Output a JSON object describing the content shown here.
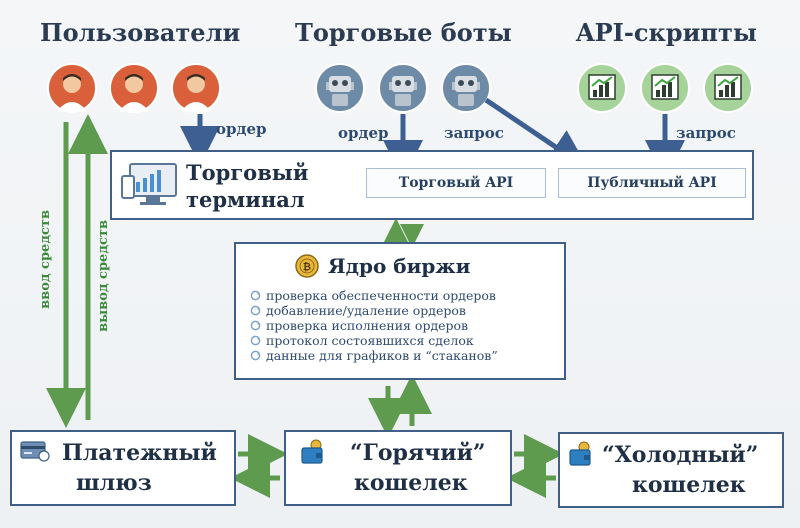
{
  "groups": {
    "users": "Пользователи",
    "bots": "Торговые боты",
    "scripts": "API-скрипты"
  },
  "labels": {
    "users_order": "ордер",
    "bots_order": "ордер",
    "bots_request": "запрос",
    "scripts_request": "запрос",
    "deposit": "ввод средств",
    "withdraw": "вывод средств"
  },
  "terminal": {
    "line1": "Торговый",
    "line2": "терминал",
    "trading_api": "Торговый API",
    "public_api": "Публичный API"
  },
  "core": {
    "title": "Ядро биржи",
    "items": [
      "проверка обеспеченности ордеров",
      "добавление/удаление ордеров",
      "проверка исполнения ордеров",
      "протокол состоявшихся сделок",
      "данные для графиков и “стаканов”"
    ]
  },
  "gateway": {
    "line1": "Платежный",
    "line2": "шлюз"
  },
  "hot_wallet": {
    "line1": "“Горячий”",
    "line2": "кошелек"
  },
  "cold_wallet": {
    "line1": "“Холодный”",
    "line2": "кошелек"
  },
  "colors": {
    "blue_arrow": "#3d5f92",
    "green_arrow": "#5e9b4f",
    "box_border": "#3f5f86",
    "user_circle": "#d9603b",
    "bot_circle": "#6d8aa6",
    "script_circle": "#a6d39a"
  }
}
